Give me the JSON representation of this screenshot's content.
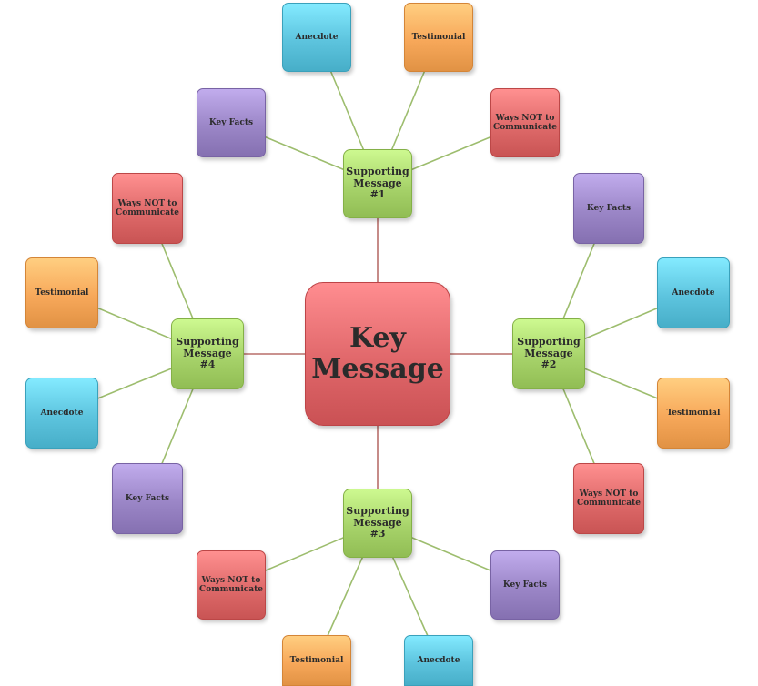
{
  "colors": {
    "key": "#e0676a",
    "support": "#a7d36a",
    "key_facts": "#9b86c7",
    "anecdote": "#5dc4de",
    "testimonial": "#f7a85a",
    "ways_not": "#df6a6a",
    "line_key": "#b86e6a",
    "line_support": "#9dbd6e"
  },
  "key_message": {
    "label": "Key\nMessage"
  },
  "supporting": [
    {
      "label": "Supporting\nMessage #1",
      "leaves": [
        {
          "label": "Anecdote",
          "kind": "anecdote"
        },
        {
          "label": "Testimonial",
          "kind": "testimonial"
        },
        {
          "label": "Key Facts",
          "kind": "key_facts"
        },
        {
          "label": "Ways NOT to\nCommunicate",
          "kind": "ways_not"
        }
      ]
    },
    {
      "label": "Supporting\nMessage #2",
      "leaves": [
        {
          "label": "Key Facts",
          "kind": "key_facts"
        },
        {
          "label": "Anecdote",
          "kind": "anecdote"
        },
        {
          "label": "Testimonial",
          "kind": "testimonial"
        },
        {
          "label": "Ways NOT to\nCommunicate",
          "kind": "ways_not"
        }
      ]
    },
    {
      "label": "Supporting\nMessage #3",
      "leaves": [
        {
          "label": "Ways NOT to\nCommunicate",
          "kind": "ways_not"
        },
        {
          "label": "Key Facts",
          "kind": "key_facts"
        },
        {
          "label": "Testimonial",
          "kind": "testimonial"
        },
        {
          "label": "Anecdote",
          "kind": "anecdote"
        }
      ]
    },
    {
      "label": "Supporting\nMessage #4",
      "leaves": [
        {
          "label": "Ways NOT to\nCommunicate",
          "kind": "ways_not"
        },
        {
          "label": "Testimonial",
          "kind": "testimonial"
        },
        {
          "label": "Anecdote",
          "kind": "anecdote"
        },
        {
          "label": "Key Facts",
          "kind": "key_facts"
        }
      ]
    }
  ]
}
